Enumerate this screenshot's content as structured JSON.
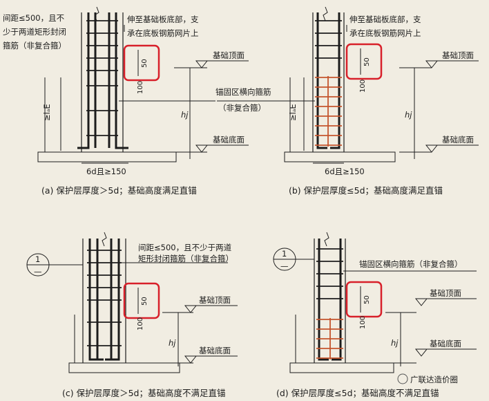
{
  "panels": {
    "a": {
      "caption": "(a) 保护层厚度＞5d；基础高度满足直锚",
      "note_left_1": "间距≤500，且不",
      "note_left_2": "少于两道矩形封闭",
      "note_left_3": "箍筋（非复合箍）",
      "note_top_1": "伸至基础板底部，支",
      "note_top_2": "承在底板钢筋网片上",
      "dim_50": "50",
      "dim_100": "100",
      "top_label": "基础顶面",
      "bottom_label": "基础底面",
      "mid_label_1": "锚固区横向箍筋",
      "mid_label_2": "（非复合箍）",
      "lae": "≥lₐE",
      "hj": "hj",
      "bottom_dim": "6d且≥150"
    },
    "b": {
      "caption": "(b) 保护层厚度≤5d；基础高度满足直锚",
      "note_top_1": "伸至基础板底部，支",
      "note_top_2": "承在底板钢筋网片上",
      "dim_50": "50",
      "dim_100": "100",
      "top_label": "基础顶面",
      "bottom_label": "基础底面",
      "lae": "≥lₐE",
      "hj": "hj",
      "bottom_dim": "6d且≥150"
    },
    "c": {
      "caption": "(c) 保护层厚度＞5d；基础高度不满足直锚",
      "section_num": "1",
      "section_sub": "—",
      "note_1": "间距≤500，且不少于两道",
      "note_2": "矩形封闭箍筋（非复合箍）",
      "dim_50": "50",
      "dim_100": "100",
      "top_label": "基础顶面",
      "bottom_label": "基础底面",
      "hj": "hj"
    },
    "d": {
      "caption": "(d) 保护层厚度≤5d；基础高度不满足直锚",
      "section_num": "1",
      "section_sub": "—",
      "note_1": "锚固区横向箍筋（非复合箍）",
      "dim_50": "50",
      "dim_100": "100",
      "top_label": "基础顶面",
      "bottom_label": "基础底面",
      "hj": "hj"
    }
  },
  "watermark": "广联达造价圈",
  "colors": {
    "background": "#f1ede2",
    "line": "#1c1c1c",
    "highlight_box": "#d8202a",
    "anchor_stirrup": "#c4552e"
  }
}
